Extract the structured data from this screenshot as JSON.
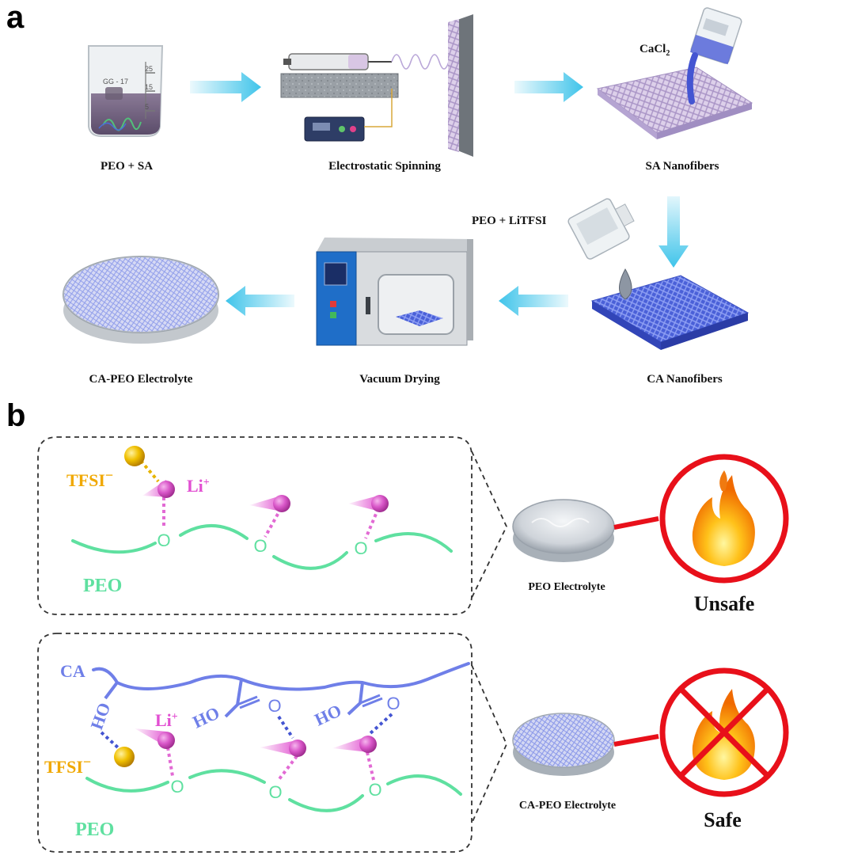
{
  "panel_a": {
    "letter": "a",
    "steps": {
      "peo_sa": "PEO + SA",
      "spinning": "Electrostatic Spinning",
      "sa_nanofibers": "SA Nanofibers",
      "ca_nanofibers": "CA Nanofibers",
      "vacuum_drying": "Vacuum Drying",
      "ca_peo_electrolyte": "CA-PEO Electrolyte"
    },
    "reagents": {
      "cacl2_base": "CaCl",
      "cacl2_sub": "2",
      "peo_litfsi": "PEO + LiTFSI"
    },
    "beaker_marks": [
      "GG - 17",
      "25",
      "15",
      "5"
    ]
  },
  "panel_b": {
    "letter": "b",
    "top": {
      "anion": "TFSI",
      "anion_charge": "−",
      "cation": "Li",
      "cation_charge": "+",
      "oxygen": "O",
      "polymer": "PEO",
      "sample_label": "PEO Electrolyte",
      "verdict": "Unsafe"
    },
    "bottom": {
      "fiber": "CA",
      "hydroxyl": "HO",
      "oxygen": "O",
      "anion": "TFSI",
      "anion_charge": "−",
      "cation": "Li",
      "cation_charge": "+",
      "polymer": "PEO",
      "sample_label": "CA-PEO Electrolyte",
      "verdict": "Safe"
    }
  },
  "colors": {
    "arrow": "#3fc4ea",
    "peo": "#5fe0a0",
    "ca": "#6f7fe8",
    "li": "#d957c9",
    "tfsi": "#e6b400",
    "tfsi_text": "#f0a800",
    "forbid": "#e8101a",
    "fiber_blue": "#5a72e0",
    "fiber_lilac": "#c8b8e0"
  }
}
